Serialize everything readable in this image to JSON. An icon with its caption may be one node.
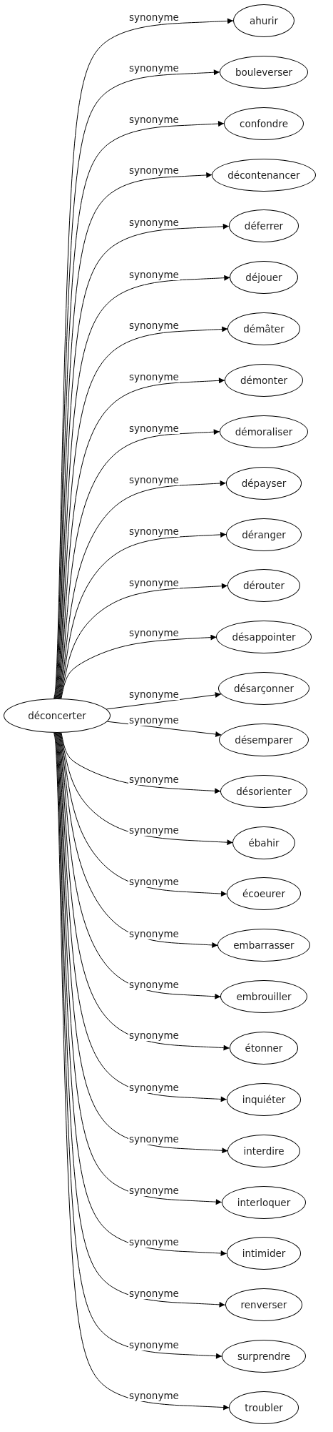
{
  "diagram": {
    "nodes": [
      {
        "text": [
          "déconcerter"
        ]
      },
      {
        "text": [
          "ahurir"
        ]
      },
      {
        "text": [
          "bouleverser"
        ]
      },
      {
        "text": [
          "confondre"
        ]
      },
      {
        "text": [
          "décontenancer"
        ]
      },
      {
        "text": [
          "déferrer"
        ]
      },
      {
        "text": [
          "déjouer"
        ]
      },
      {
        "text": [
          "démâter"
        ]
      },
      {
        "text": [
          "démonter"
        ]
      },
      {
        "text": [
          "démoraliser"
        ]
      },
      {
        "text": [
          "dépayser"
        ]
      },
      {
        "text": [
          "déranger"
        ]
      },
      {
        "text": [
          "dérouter"
        ]
      },
      {
        "text": [
          "désappointer"
        ]
      },
      {
        "text": [
          "désarçonner"
        ]
      },
      {
        "text": [
          "désemparer"
        ]
      },
      {
        "text": [
          "désorienter"
        ]
      },
      {
        "text": [
          "ébahir"
        ]
      },
      {
        "text": [
          "écoeurer"
        ]
      },
      {
        "text": [
          "embarrasser"
        ]
      },
      {
        "text": [
          "embrouiller"
        ]
      },
      {
        "text": [
          "étonner"
        ]
      },
      {
        "text": [
          "inquiéter"
        ]
      },
      {
        "text": [
          "interdire"
        ]
      },
      {
        "text": [
          "interloquer"
        ]
      },
      {
        "text": [
          "intimider"
        ]
      },
      {
        "text": [
          "renverser"
        ]
      },
      {
        "text": [
          "surprendre"
        ]
      },
      {
        "text": [
          "troubler"
        ]
      }
    ],
    "edges": [
      {
        "from": 0,
        "to": 1,
        "arrow": "to",
        "label": "synonyme"
      },
      {
        "from": 0,
        "to": 2,
        "arrow": "to",
        "label": "synonyme"
      },
      {
        "from": 0,
        "to": 3,
        "arrow": "to",
        "label": "synonyme"
      },
      {
        "from": 0,
        "to": 4,
        "arrow": "to",
        "label": "synonyme"
      },
      {
        "from": 0,
        "to": 5,
        "arrow": "to",
        "label": "synonyme"
      },
      {
        "from": 0,
        "to": 6,
        "arrow": "to",
        "label": "synonyme"
      },
      {
        "from": 0,
        "to": 7,
        "arrow": "to",
        "label": "synonyme"
      },
      {
        "from": 0,
        "to": 8,
        "arrow": "to",
        "label": "synonyme"
      },
      {
        "from": 0,
        "to": 9,
        "arrow": "to",
        "label": "synonyme"
      },
      {
        "from": 0,
        "to": 10,
        "arrow": "to",
        "label": "synonyme"
      },
      {
        "from": 0,
        "to": 11,
        "arrow": "to",
        "label": "synonyme"
      },
      {
        "from": 0,
        "to": 12,
        "arrow": "to",
        "label": "synonyme"
      },
      {
        "from": 0,
        "to": 13,
        "arrow": "to",
        "label": "synonyme"
      },
      {
        "from": 0,
        "to": 14,
        "arrow": "to",
        "label": "synonyme"
      },
      {
        "from": 0,
        "to": 15,
        "arrow": "to",
        "label": "synonyme"
      },
      {
        "from": 0,
        "to": 16,
        "arrow": "to",
        "label": "synonyme"
      },
      {
        "from": 0,
        "to": 17,
        "arrow": "to",
        "label": "synonyme"
      },
      {
        "from": 0,
        "to": 18,
        "arrow": "to",
        "label": "synonyme"
      },
      {
        "from": 0,
        "to": 19,
        "arrow": "to",
        "label": "synonyme"
      },
      {
        "from": 0,
        "to": 20,
        "arrow": "to",
        "label": "synonyme"
      },
      {
        "from": 0,
        "to": 21,
        "arrow": "to",
        "label": "synonyme"
      },
      {
        "from": 0,
        "to": 22,
        "arrow": "to",
        "label": "synonyme"
      },
      {
        "from": 0,
        "to": 23,
        "arrow": "to",
        "label": "synonyme"
      },
      {
        "from": 0,
        "to": 24,
        "arrow": "to",
        "label": "synonyme"
      },
      {
        "from": 0,
        "to": 25,
        "arrow": "to",
        "label": "synonyme"
      },
      {
        "from": 0,
        "to": 26,
        "arrow": "to",
        "label": "synonyme"
      },
      {
        "from": 0,
        "to": 27,
        "arrow": "to",
        "label": "synonyme"
      },
      {
        "from": 0,
        "to": 28,
        "arrow": "to",
        "label": "synonyme"
      }
    ]
  }
}
